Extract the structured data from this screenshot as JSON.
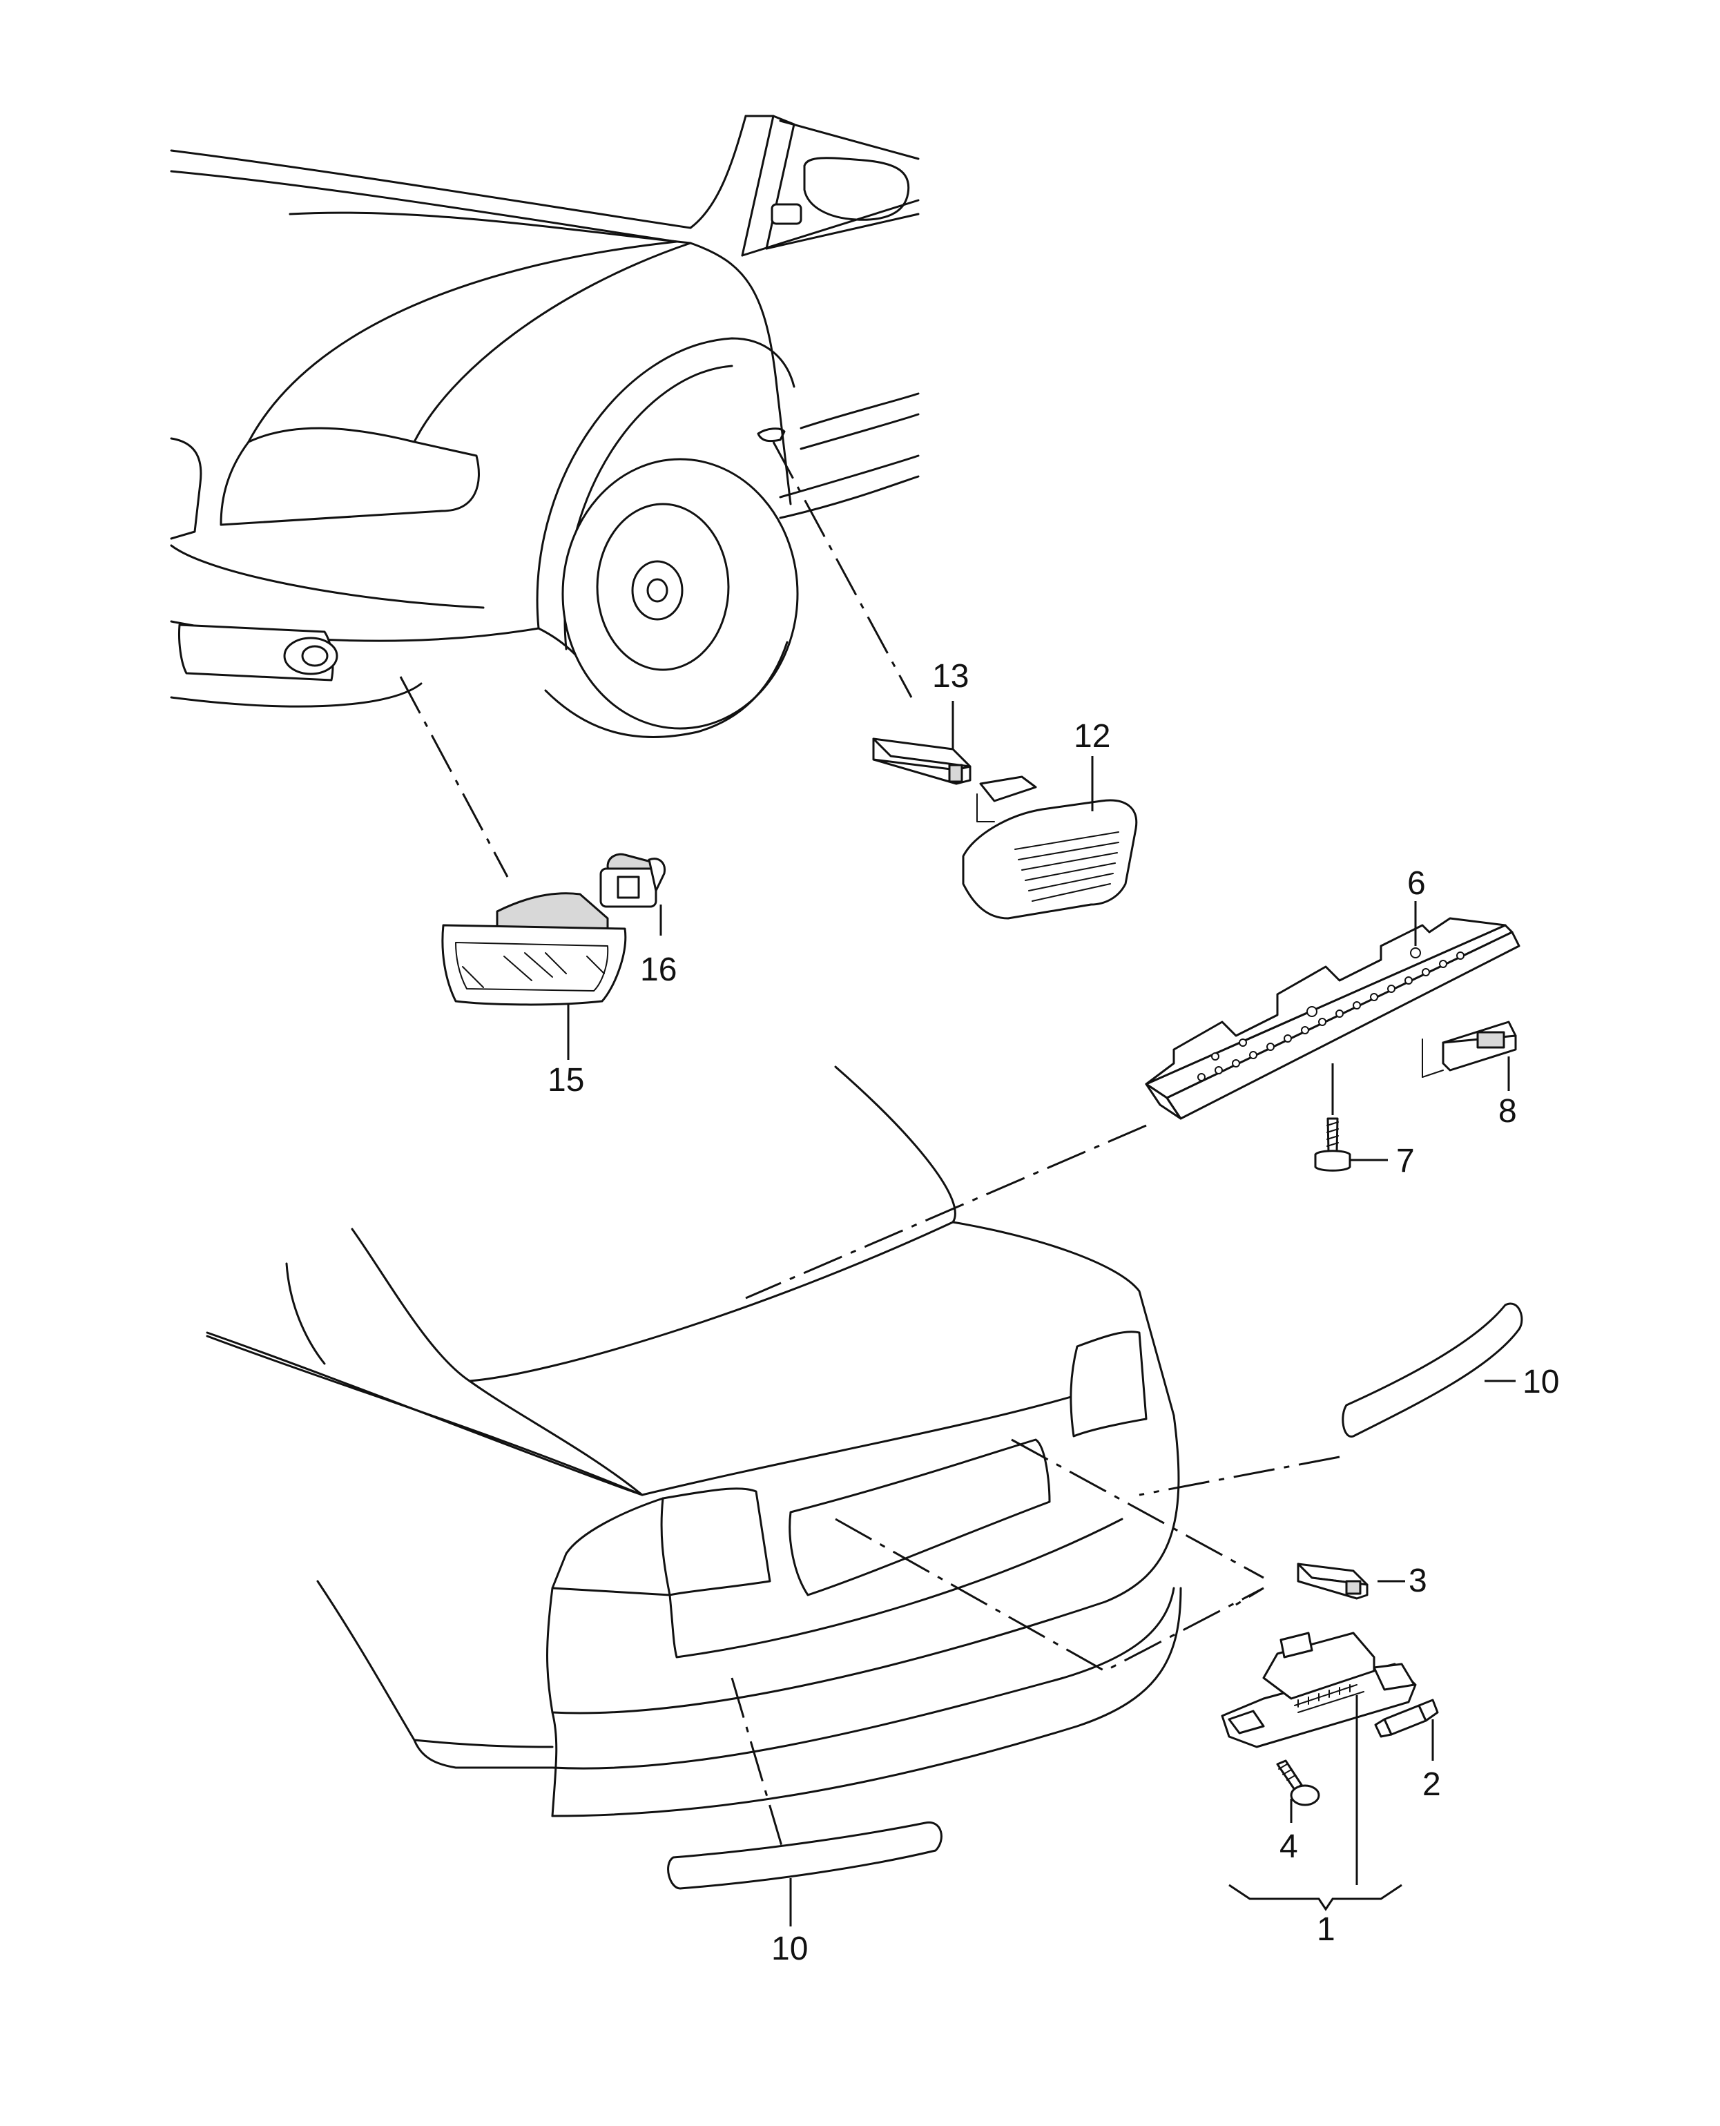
{
  "callouts": [
    {
      "id": "c1",
      "label": "1"
    },
    {
      "id": "c2",
      "label": "2"
    },
    {
      "id": "c3",
      "label": "3"
    },
    {
      "id": "c4",
      "label": "4"
    },
    {
      "id": "c6",
      "label": "6"
    },
    {
      "id": "c7",
      "label": "7"
    },
    {
      "id": "c8",
      "label": "8"
    },
    {
      "id": "c10a",
      "label": "10"
    },
    {
      "id": "c10b",
      "label": "10"
    },
    {
      "id": "c12",
      "label": "12"
    },
    {
      "id": "c13",
      "label": "13"
    },
    {
      "id": "c15",
      "label": "15"
    },
    {
      "id": "c16",
      "label": "16"
    }
  ]
}
